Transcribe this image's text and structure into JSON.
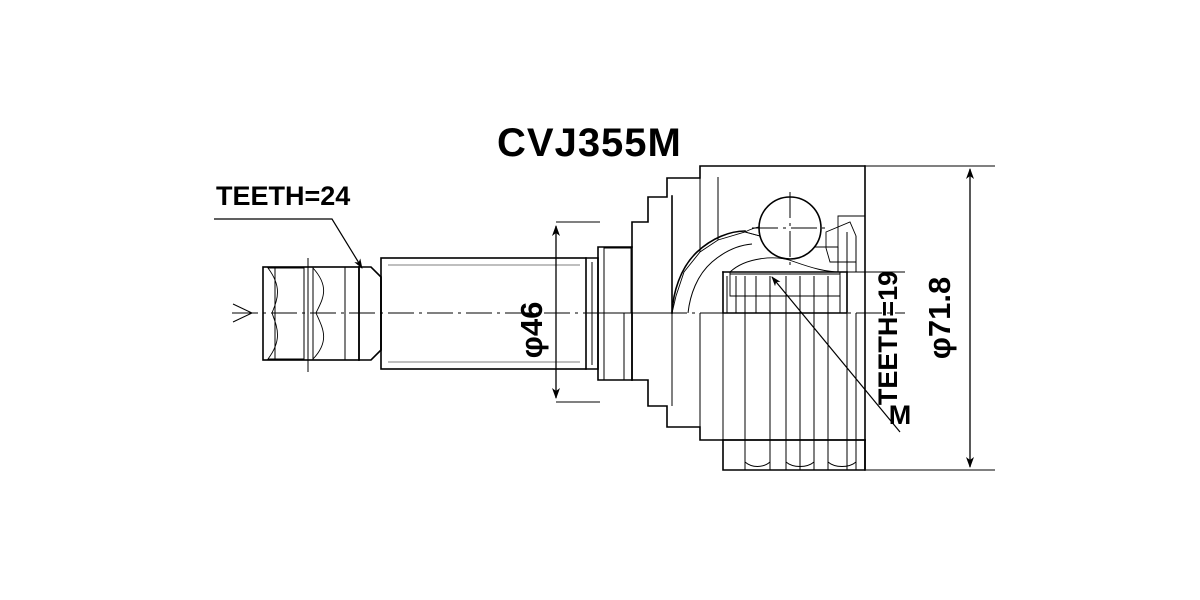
{
  "drawing": {
    "part_number": "CVJ355M",
    "background_color": "#ffffff",
    "line_color": "#000000",
    "view_type": "half-section assembly drawing",
    "labels": {
      "outer_teeth": "TEETH=24",
      "inner_teeth": "TEETH=19",
      "marking": "M"
    },
    "dimensions": {
      "shaft_diameter": "φ46",
      "joint_diameter": "φ71.8"
    }
  }
}
